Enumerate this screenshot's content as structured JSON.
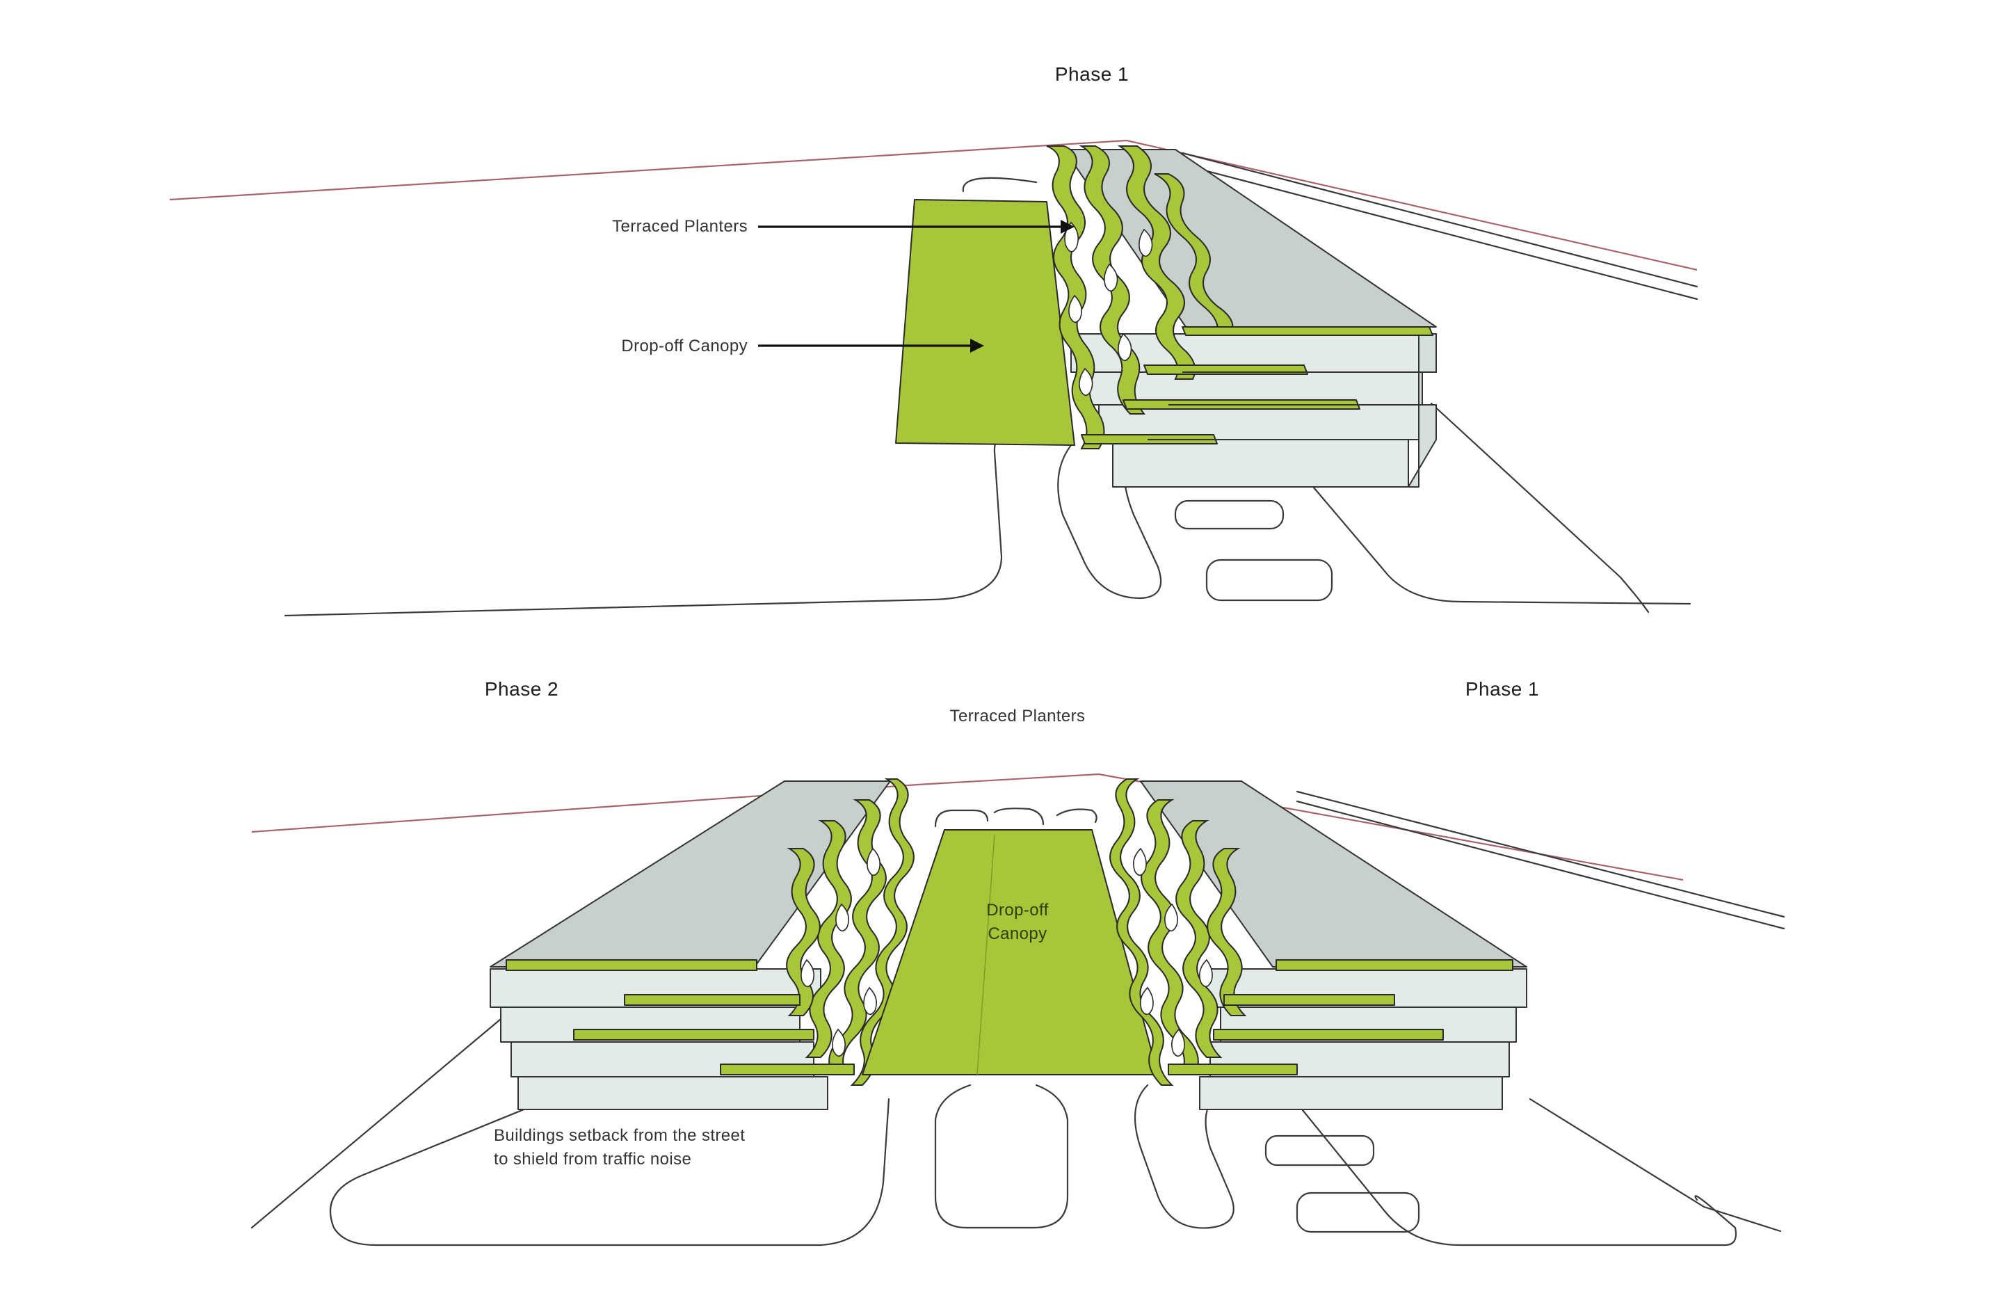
{
  "top_diagram": {
    "title": "Phase 1",
    "labels": {
      "terraced_planters": "Terraced Planters",
      "drop_off_canopy": "Drop-off Canopy"
    }
  },
  "bottom_diagram": {
    "left_title": "Phase 2",
    "right_title": "Phase 1",
    "terraced_planters": "Terraced Planters",
    "canopy_line1": "Drop-off",
    "canopy_line2": "Canopy",
    "note_line1": "Buildings setback from the street",
    "note_line2": "to shield from traffic noise"
  },
  "colors": {
    "planter_green": "#a7c63a",
    "roof_grey": "#c7d0ca",
    "facade": "#e2ebe8",
    "property_line": "#a8636e"
  }
}
